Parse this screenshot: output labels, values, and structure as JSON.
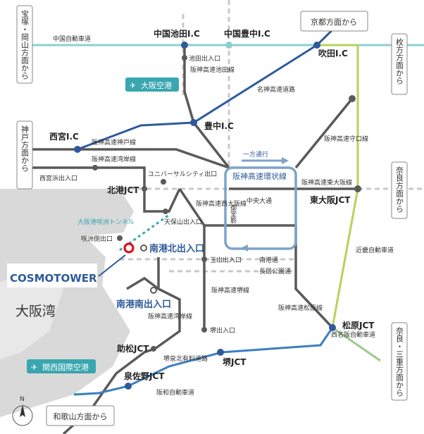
{
  "sea_label": "大阪湾",
  "logo_text": "COSMOTOWER",
  "north_label": "N",
  "airports": [
    {
      "label": "大阪空港",
      "icon": "airplane-icon"
    },
    {
      "label": "関西国際空港",
      "icon": "airplane-icon"
    }
  ],
  "direction_boxes": [
    "宝塚・岡山方面から",
    "京都方面から",
    "枚方方面から",
    "神戸方面から",
    "奈良方面から",
    "奈良・三重方面から",
    "和歌山方面から"
  ],
  "interchanges": [
    "中国池田I.C",
    "中国豊中I.C",
    "吹田I.C",
    "豊中I.C",
    "西宮I.C",
    "北港JCT",
    "東大阪JCT",
    "松原JCT",
    "助松JCT",
    "泉佐野JCT",
    "堺JCT"
  ],
  "ramps": [
    "池田出入口",
    "西宮浜出入口",
    "ユニバーサルシティ出口",
    "天保山出入口",
    "咲洲側出口",
    "玉出出入口",
    "長居公園通",
    "堺出入口"
  ],
  "highlights": [
    "南港北出入口",
    "南港南出入口"
  ],
  "routes": [
    "中国自動車道",
    "阪神高速池田線",
    "名神高速道路",
    "阪神高速神戸線",
    "阪神高速湾岸線",
    "阪神高速環状線",
    "一方通行",
    "阪神高速東大阪線",
    "阪神高速守口線",
    "阪神高速西大阪線",
    "中央大通",
    "御堂筋",
    "大阪港咲洲トンネル",
    "近畿自動車道",
    "南港通",
    "阪神高速堺線",
    "阪神高速松原線",
    "阪神高速湾岸線",
    "堺泉北有料道路",
    "西名阪自動車道",
    "阪和自動車道"
  ],
  "colors": {
    "chugoku": "#8dcfd3",
    "meishin": "#2e5a9c",
    "hanshin": "#5a5a5a",
    "loop": "#7ea3c9",
    "kinki": "#b6d35a",
    "nishimeihan": "#9ccb8a",
    "blue": "#3a7fc3",
    "highlight": "#2e5a9c",
    "accent_red": "#e60012",
    "airport_teal": "#3aa6b0",
    "land": "#d9d9d9"
  }
}
